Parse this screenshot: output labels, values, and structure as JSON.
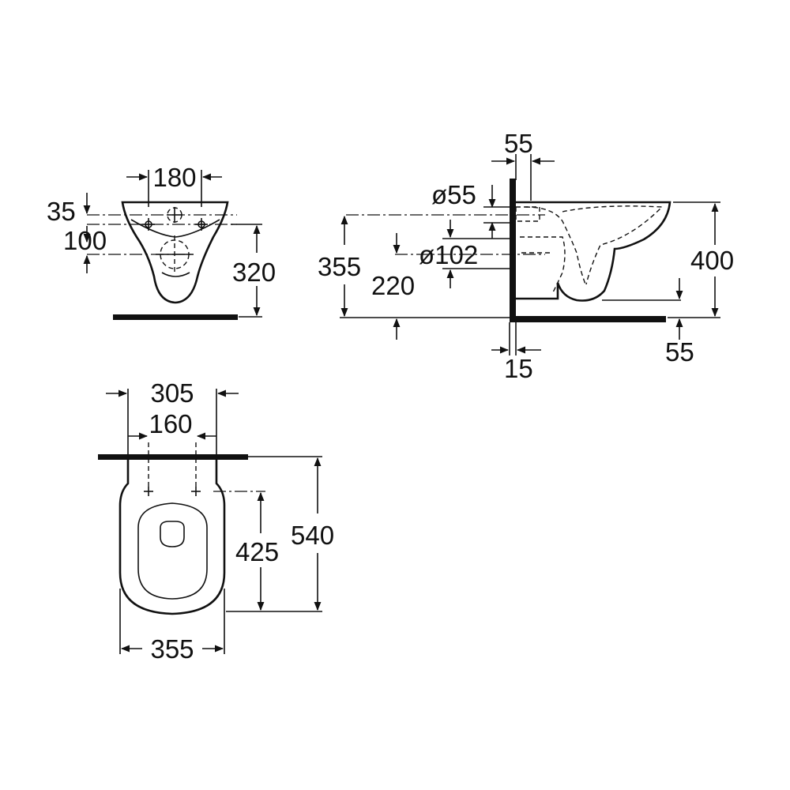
{
  "front_view": {
    "width_180": "180",
    "offset_35": "35",
    "offset_100": "100",
    "height_320": "320"
  },
  "side_view": {
    "wall_gap_55": "55",
    "diameter_55": "ø55",
    "diameter_102": "ø102",
    "height_355": "355",
    "height_220": "220",
    "height_400": "400",
    "floor_gap_55": "55",
    "wall_offset_15": "15"
  },
  "top_view": {
    "width_305": "305",
    "width_160": "160",
    "depth_425": "425",
    "depth_540": "540",
    "width_355": "355"
  }
}
